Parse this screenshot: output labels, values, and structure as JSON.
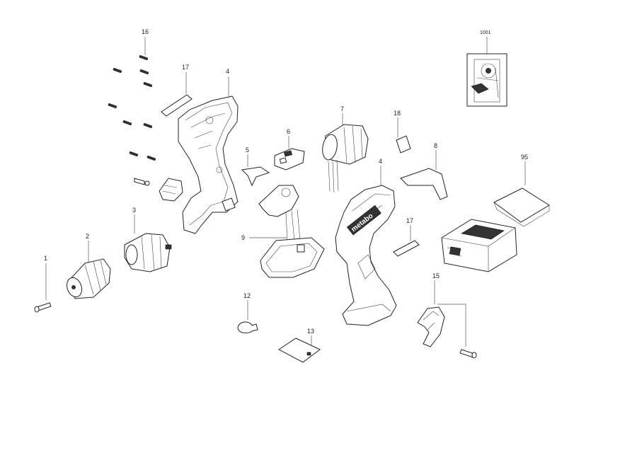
{
  "labels": {
    "p1": "1",
    "p2": "2",
    "p3": "3",
    "p4a": "4",
    "p4b": "4",
    "p5": "5",
    "p6": "6",
    "p7": "7",
    "p8": "8",
    "p9": "9",
    "p12": "12",
    "p13": "13",
    "p15": "15",
    "p16": "16",
    "p17a": "17",
    "p17b": "17",
    "p18": "18",
    "p95": "95",
    "p1001": "1001"
  },
  "brand_text": "metabo"
}
